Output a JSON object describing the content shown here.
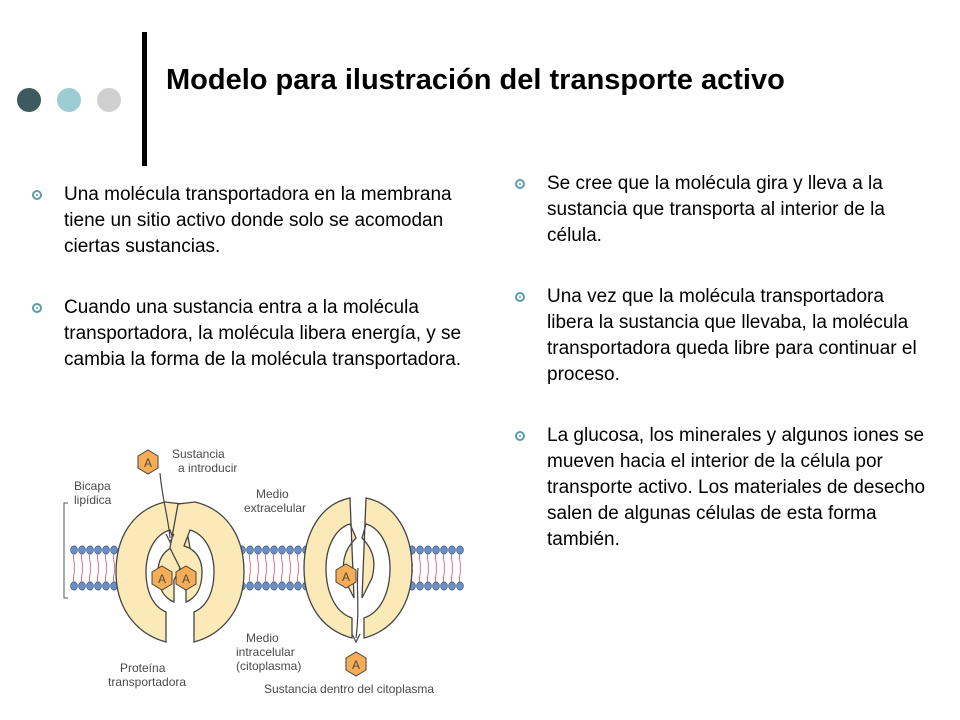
{
  "colors": {
    "dot_dark": "#3d5a5e",
    "dot_teal": "#9ccdd3",
    "dot_gray": "#cfcfcf",
    "bullet": "#5b9dab",
    "protein": "#fbeab8",
    "membrane_head": "#6b8fc4",
    "tail": "#e0627a",
    "molecule": "#f6ad55"
  },
  "slide": {
    "title": "Modelo para ilustración del transporte activo"
  },
  "left_bullets": [
    {
      "text": "Una molécula transportadora en la membrana tiene un sitio activo donde solo se acomodan ciertas sustancias."
    },
    {
      "text": "Cuando una sustancia entra a la molécula transportadora, la molécula libera energía, y se cambia la forma de la molécula transportadora."
    }
  ],
  "right_bullets": [
    {
      "text": "Se cree que la molécula gira y lleva a la sustancia que transporta al interior de la célula."
    },
    {
      "text": "Una vez que la molécula transportadora libera la sustancia que llevaba, la molécula transportadora queda libre para continuar el proceso."
    },
    {
      "text": "La glucosa, los minerales y algunos iones se mueven hacia el interior de la célula por transporte activo. Los materiales de desecho salen de algunas células de esta forma también."
    }
  ],
  "diagram": {
    "molecule_letter": "A",
    "label_sustancia_1": "Sustancia",
    "label_sustancia_2": "a introducir",
    "label_bicapa_1": "Bicapa",
    "label_bicapa_2": "lipídica",
    "label_extra_1": "Medio",
    "label_extra_2": "extracelular",
    "label_intra_1": "Medio",
    "label_intra_2": "intracelular",
    "label_intra_3": "(citoplasma)",
    "label_proteina_1": "Proteína",
    "label_proteina_2": "transportadora",
    "label_dentro": "Sustancia dentro del citoplasma"
  }
}
